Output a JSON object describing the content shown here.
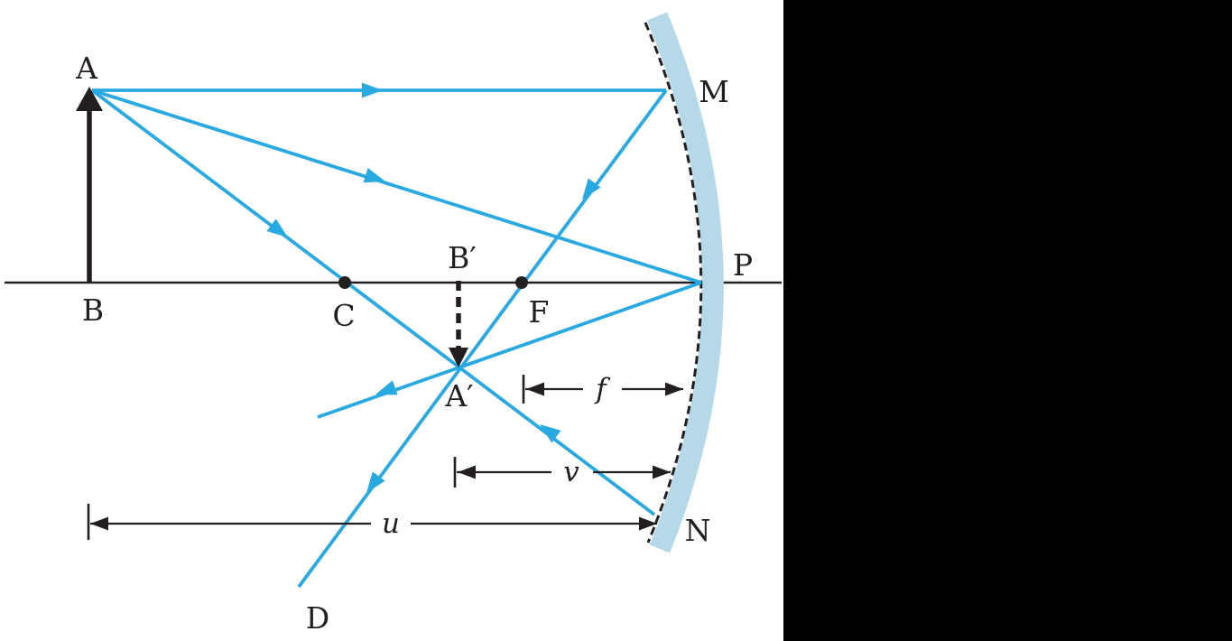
{
  "figure": {
    "title": "concave-mirror-ray-diagram",
    "labels": {
      "A": "A",
      "B": "B",
      "C": "C",
      "D": "D",
      "F": "F",
      "M": "M",
      "N": "N",
      "P": "P",
      "A_prime": "A′",
      "B_prime": "B′",
      "u": "u",
      "v": "v",
      "f": "f"
    },
    "colors": {
      "ray_blue": "#29a9e2",
      "mirror_band_blue": "#b5d9e9",
      "ink_black": "#231f20",
      "background": "#ffffff",
      "side_panel": "#000000"
    }
  }
}
